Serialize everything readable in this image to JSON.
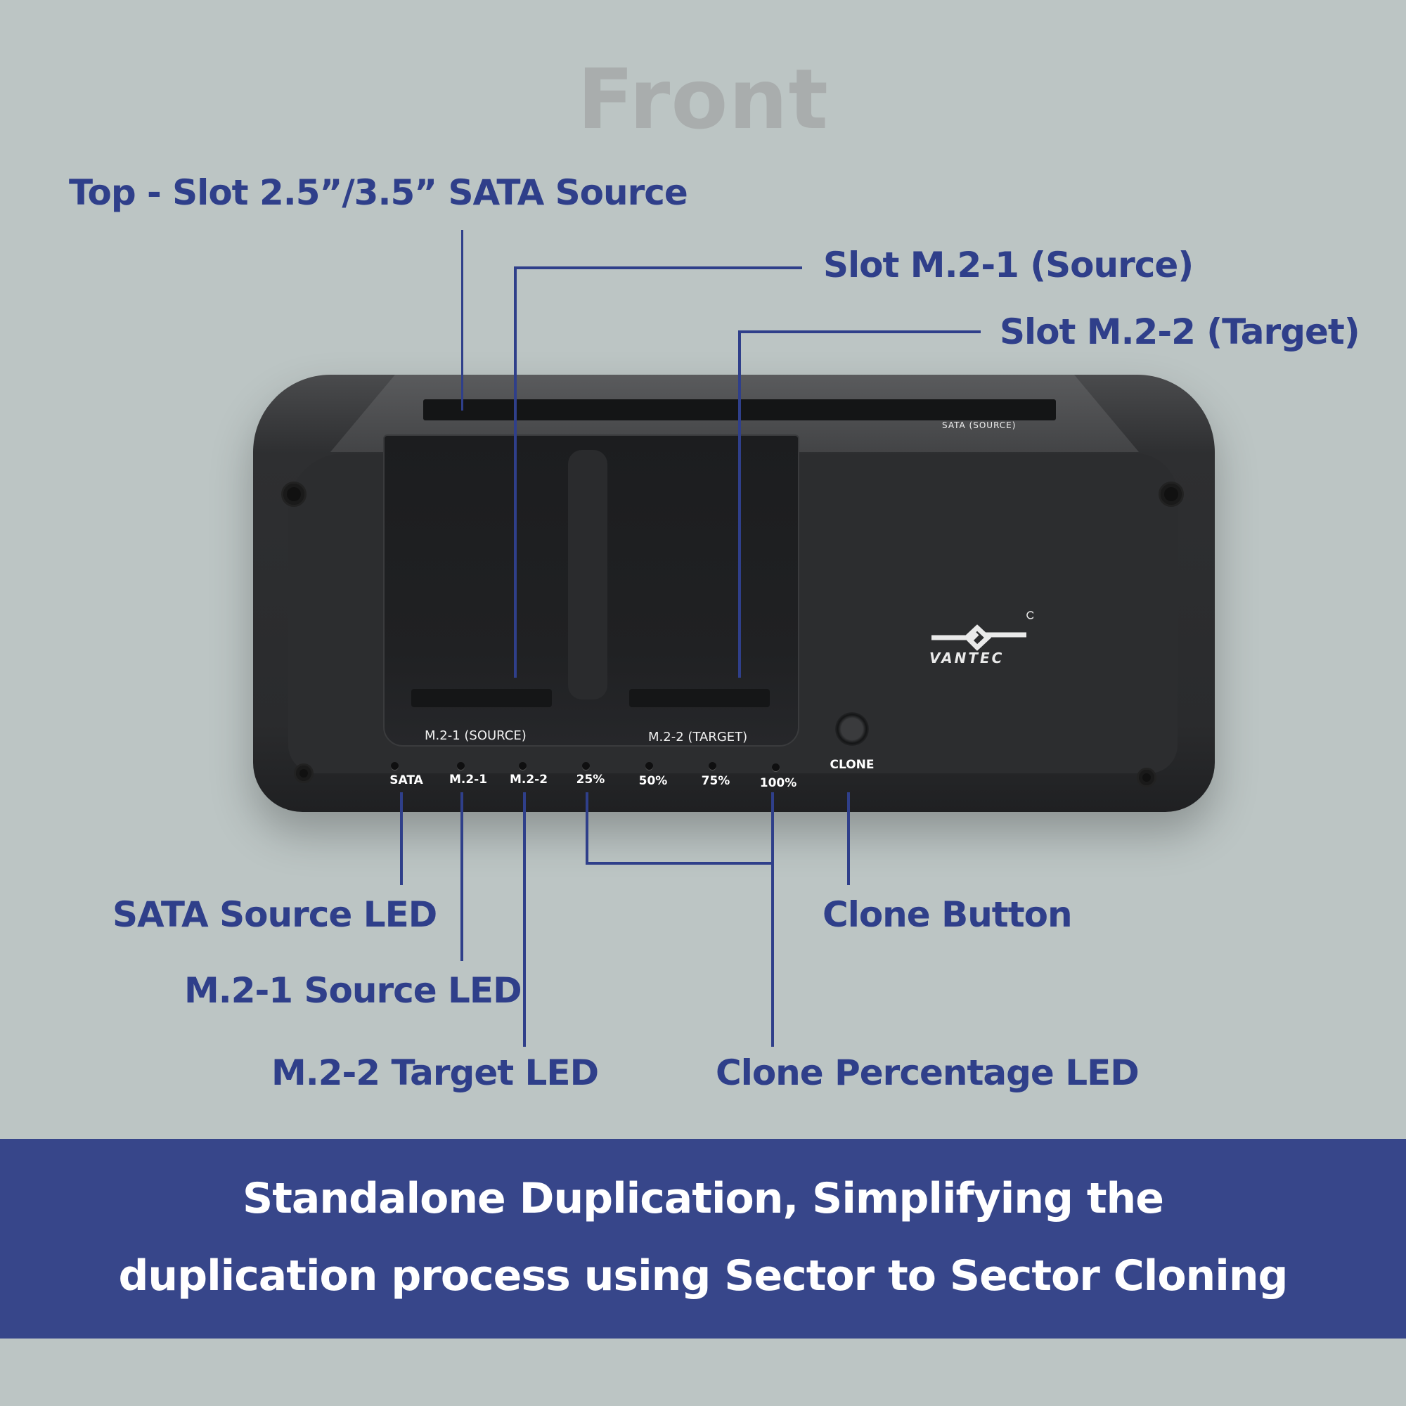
{
  "title": "Front",
  "callouts": {
    "top_slot": "Top - Slot 2.5”/3.5” SATA Source",
    "slot_m2_1": "Slot M.2-1 (Source)",
    "slot_m2_2": "Slot M.2-2 (Target)",
    "sata_led": "SATA Source LED",
    "m2_1_led": "M.2-1 Source LED",
    "m2_2_led": "M.2-2 Target LED",
    "clone_button": "Clone Button",
    "clone_pct_led": "Clone Percentage LED"
  },
  "device": {
    "brand": "VANTEC",
    "top_slot_label": "SATA (SOURCE)",
    "m2_1_label": "M.2-1 (SOURCE)",
    "m2_2_label": "M.2-2 (TARGET)",
    "clone_label": "CLONE",
    "leds": [
      {
        "label": "SATA"
      },
      {
        "label": "M.2-1"
      },
      {
        "label": "M.2-2"
      },
      {
        "label": "25%"
      },
      {
        "label": "50%"
      },
      {
        "label": "75%"
      },
      {
        "label": "100%"
      }
    ]
  },
  "banner": {
    "line1": "Standalone Duplication, Simplifying the",
    "line2": "duplication process using Sector to Sector Cloning"
  },
  "colors": {
    "background": "#bcc5c4",
    "accent": "#2f3f8a",
    "banner": "#37468a",
    "title": "#a9adad"
  }
}
